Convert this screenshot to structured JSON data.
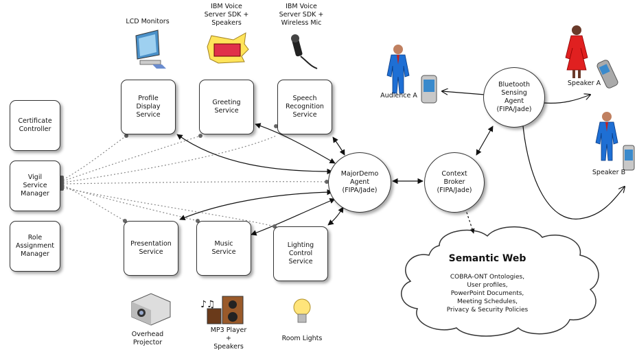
{
  "services": {
    "profile_display": "Profile\nDisplay\nService",
    "greeting": "Greeting\nService",
    "speech_recognition": "Speech\nRecognition\nService",
    "presentation": "Presentation\nService",
    "music": "Music\nService",
    "lighting": "Lighting\nControl\nService"
  },
  "managers": {
    "certificate": "Certificate\nController",
    "vigil": "Vigil\nService\nManager",
    "role": "Role\nAssignment\nManager"
  },
  "agents": {
    "majordemo": "MajorDemo\nAgent\n(FIPA/Jade)",
    "context_broker": "Context\nBroker\n(FIPA/Jade)",
    "bluetooth": "Bluetooth\nSensing\nAgent\n(FIPA/Jade)"
  },
  "devices": {
    "lcd": "LCD Monitors",
    "ibm_speakers": "IBM Voice\nServer SDK +\nSpeakers",
    "ibm_mic": "IBM Voice\nServer SDK +\nWireless Mic",
    "projector": "Overhead\nProjector",
    "mp3": "MP3 Player\n+\nSpeakers",
    "lights": "Room Lights"
  },
  "people": {
    "audience_a": "Audience A",
    "speaker_a": "Speaker A",
    "speaker_b": "Speaker B"
  },
  "semantic_web": {
    "title": "Semantic Web",
    "body": "COBRA-ONT Ontologies,\nUser profiles,\nPowerPoint Documents,\nMeeting Schedules,\nPrivacy & Security Policies"
  }
}
